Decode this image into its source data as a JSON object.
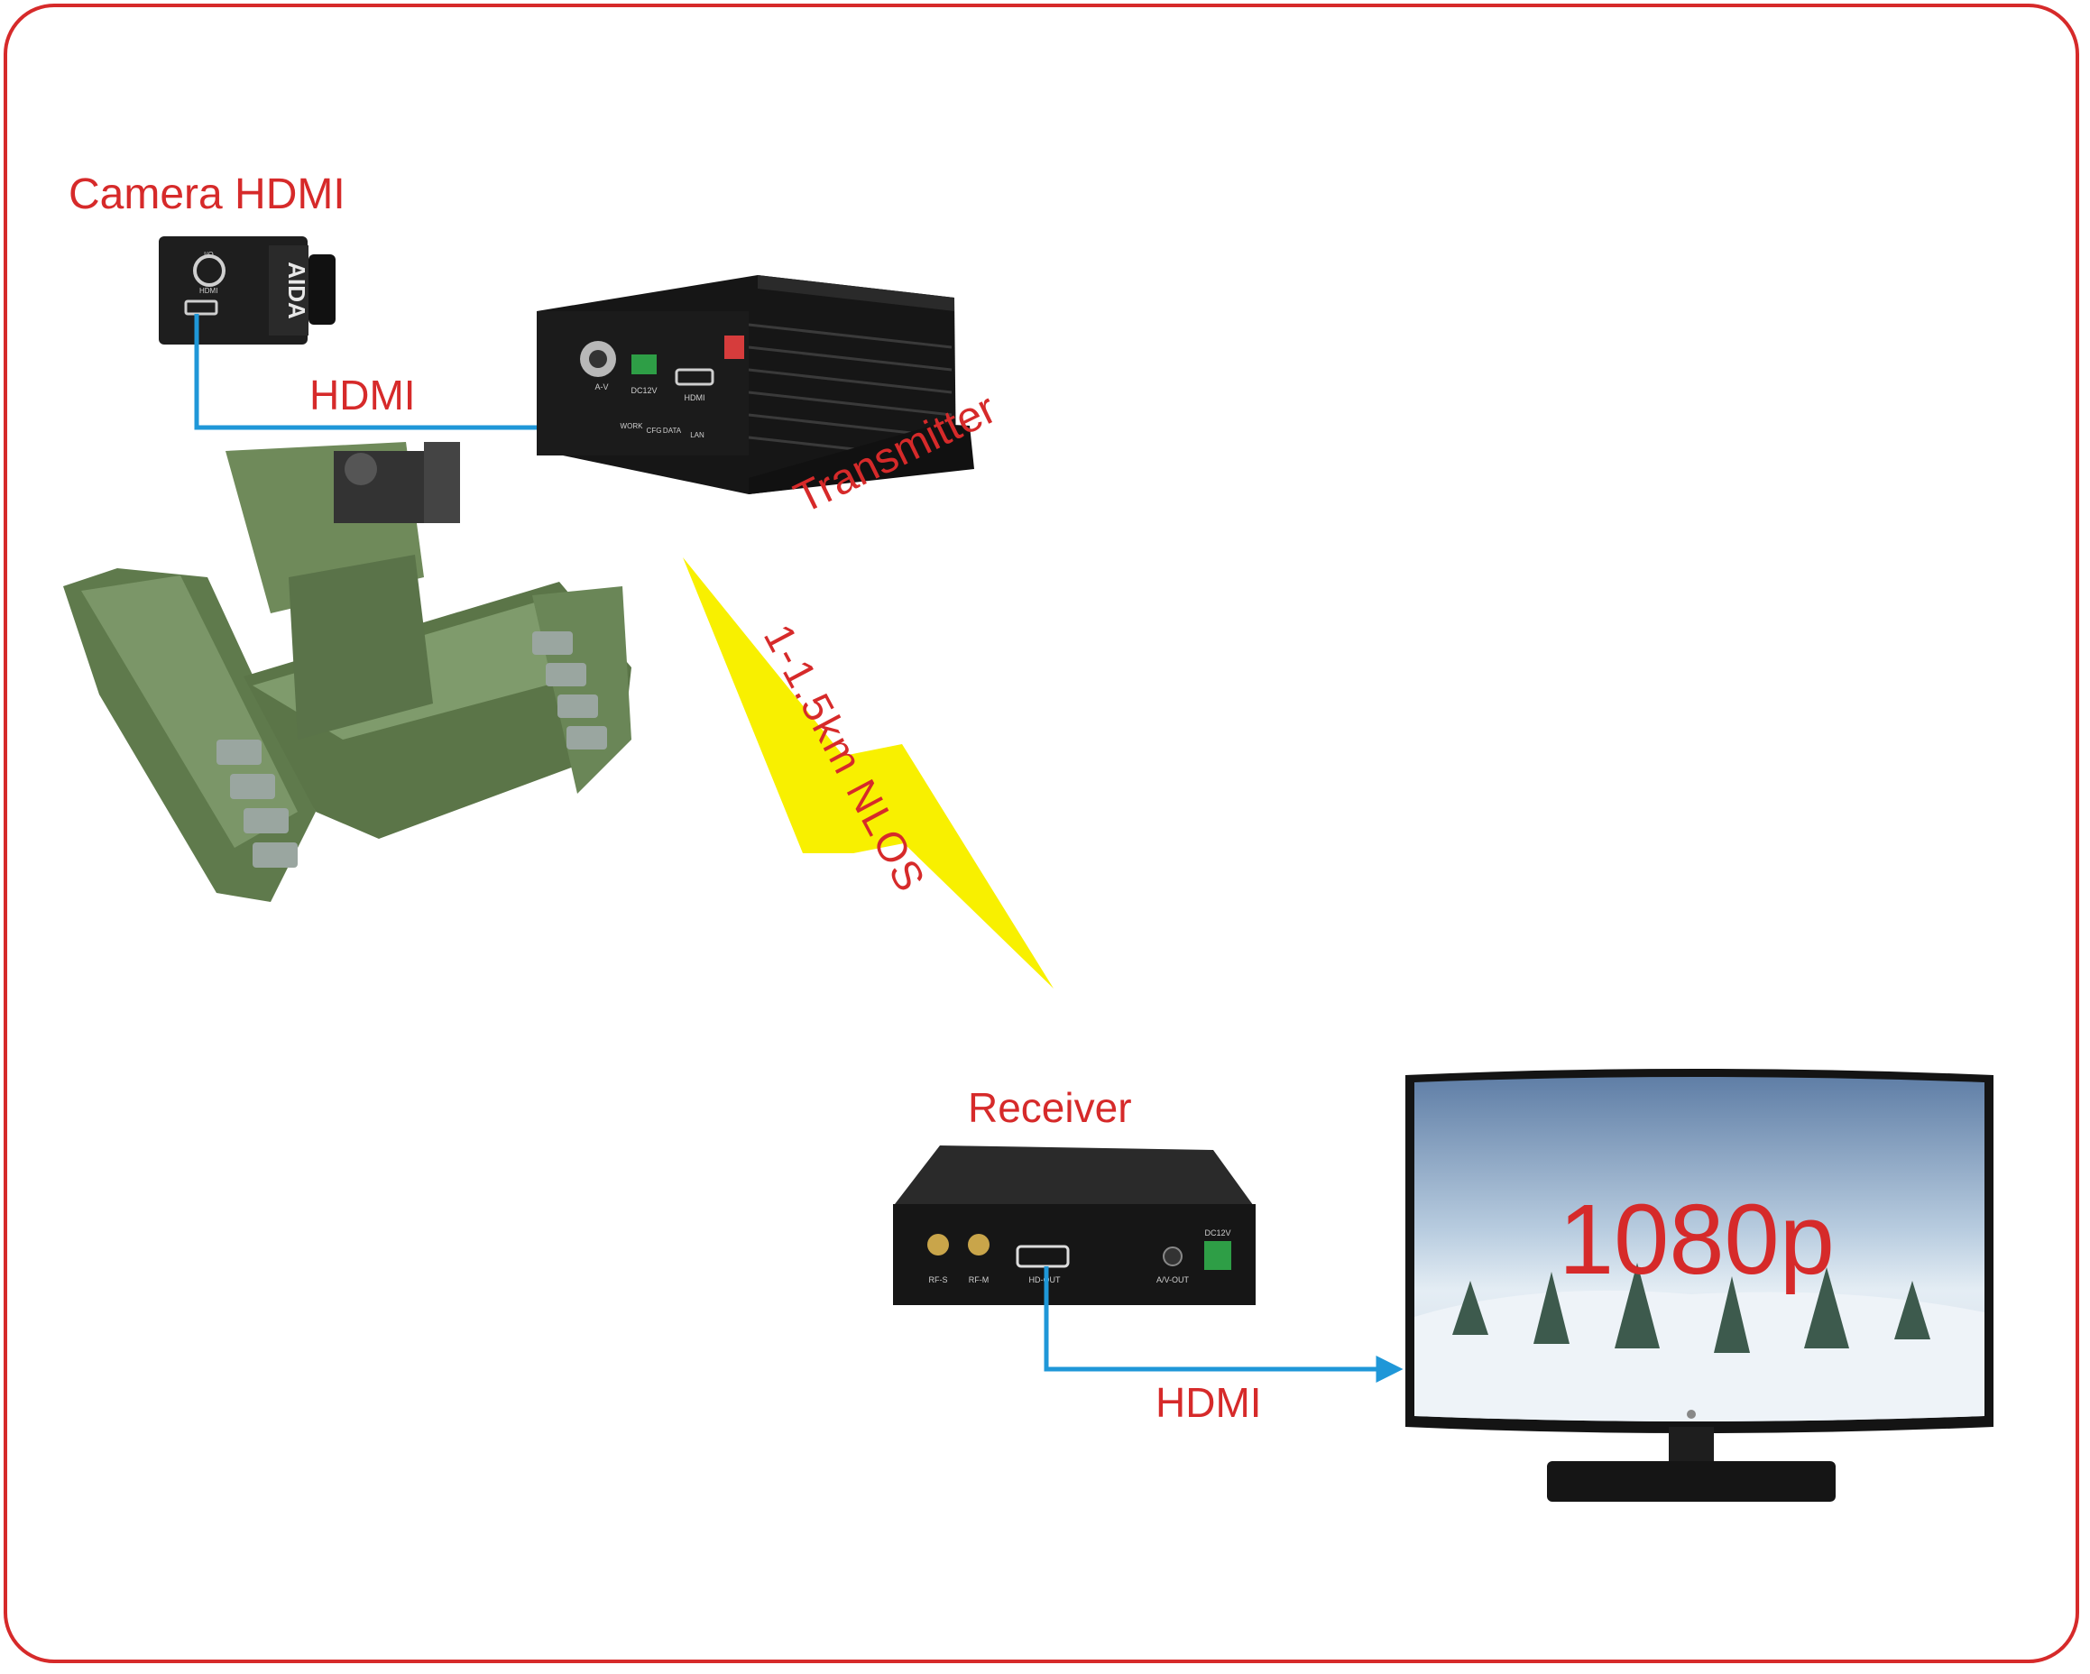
{
  "labels": {
    "camera": "Camera HDMI",
    "hdmi_top": "HDMI",
    "transmitter": "Transmitter",
    "range": "1-1.5km NLOS",
    "receiver": "Receiver",
    "hdmi_bottom": "HDMI",
    "resolution": "1080p"
  },
  "camera_device": {
    "brand": "AIDA",
    "port_labels": [
      "HDMI",
      "I/O"
    ]
  },
  "transmitter_device": {
    "port_labels": [
      "A-V",
      "DC12V",
      "HDMI",
      "WORK",
      "CFG",
      "DATA",
      "LAN"
    ]
  },
  "receiver_device": {
    "port_labels": [
      "RF-S",
      "RF-M",
      "HD-OUT",
      "A/V-OUT",
      "DC12V"
    ]
  },
  "colors": {
    "frame": "#d62a2a",
    "label": "#d62a2a",
    "arrow": "#1f97d8",
    "lightning": "#f8f000",
    "device": "#1b1b1b",
    "robot": "#6f8a5a"
  },
  "icons": {
    "camera": "camera-icon",
    "transmitter": "transmitter-box-icon",
    "receiver": "receiver-box-icon",
    "robot": "tracked-robot-icon",
    "monitor": "monitor-icon",
    "wireless": "lightning-bolt-icon"
  }
}
